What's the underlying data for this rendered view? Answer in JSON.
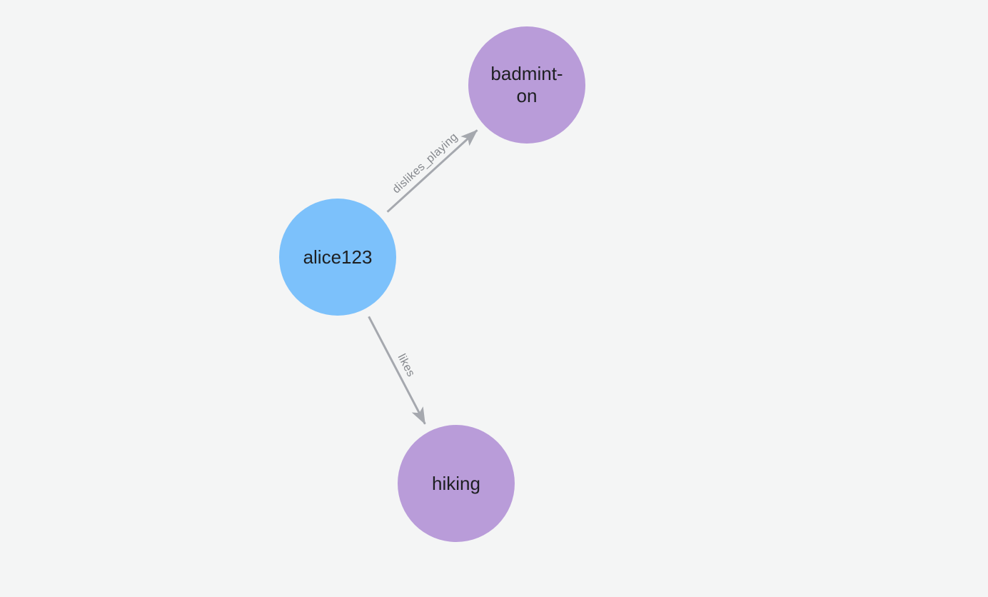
{
  "canvas": {
    "background_color": "#f4f5f5"
  },
  "graph": {
    "nodes": [
      {
        "id": "alice123",
        "lines": [
          "alice123"
        ],
        "fill_color": "#7cc1fb",
        "text_color": "#1d1f21"
      },
      {
        "id": "badminton",
        "lines": [
          "badmint-",
          "on"
        ],
        "fill_color": "#b99cd9",
        "text_color": "#1d1f21"
      },
      {
        "id": "hiking",
        "lines": [
          "hiking"
        ],
        "fill_color": "#b99cd9",
        "text_color": "#1d1f21"
      }
    ],
    "edges": [
      {
        "label": "dislikes_playing",
        "from": "alice123",
        "to": "badminton",
        "line_color": "#a5a8ae",
        "label_color": "#84878c"
      },
      {
        "label": "likes",
        "from": "alice123",
        "to": "hiking",
        "line_color": "#a5a8ae",
        "label_color": "#84878c"
      }
    ]
  }
}
